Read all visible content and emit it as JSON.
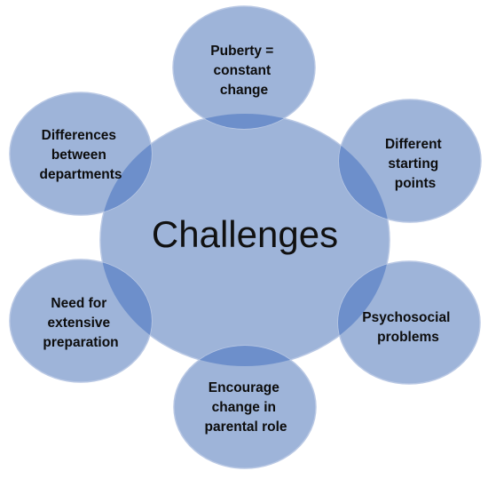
{
  "diagram": {
    "center": {
      "label": "Challenges"
    },
    "satellites": [
      {
        "id": "puberty",
        "lines": [
          "Puberty =",
          "constant",
          "change"
        ]
      },
      {
        "id": "starting-points",
        "lines": [
          "Different",
          "starting",
          "points"
        ]
      },
      {
        "id": "psychosocial",
        "lines": [
          "Psychosocial",
          "problems"
        ]
      },
      {
        "id": "parental-role",
        "lines": [
          "Encourage",
          "change in",
          "parental role"
        ]
      },
      {
        "id": "preparation",
        "lines": [
          "Need for",
          "extensive",
          "preparation"
        ]
      },
      {
        "id": "departments",
        "lines": [
          "Differences",
          "between",
          "departments"
        ]
      }
    ],
    "colors": {
      "fill": "#9eb4d9",
      "overlap": "#6d8fcb",
      "stroke": "#b9c8e4",
      "text": "#0d0d0d"
    }
  }
}
